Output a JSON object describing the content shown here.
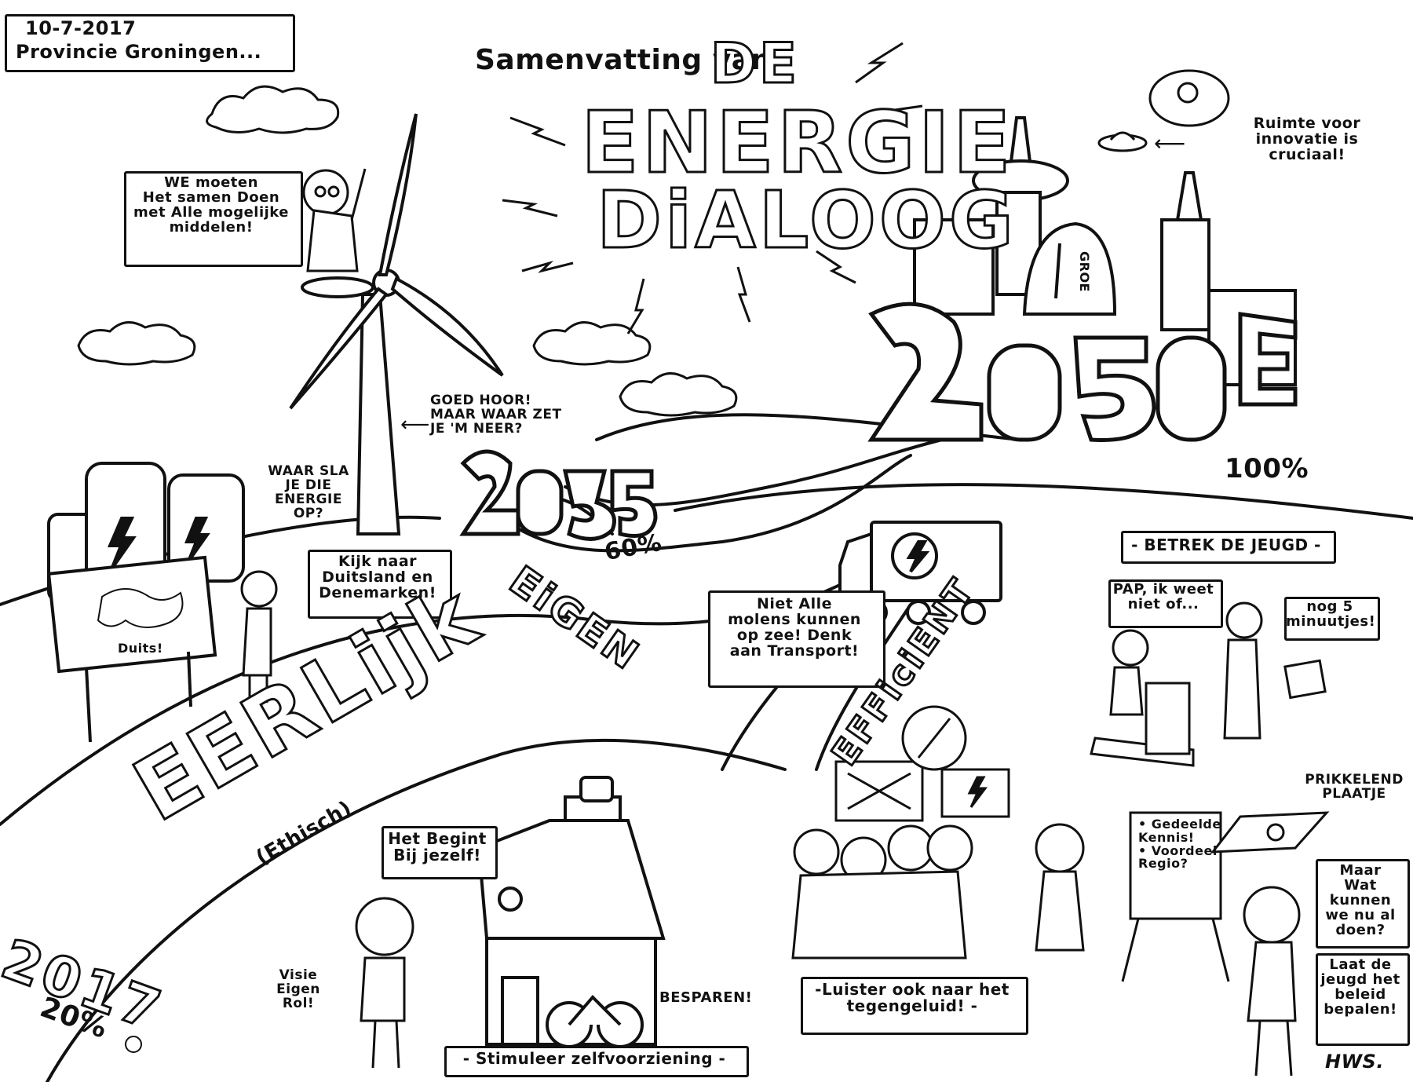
{
  "header": {
    "date": "10-7-2017",
    "location": "Provincie Groningen..."
  },
  "title": {
    "line1": "Samenvatting van",
    "de": "DE",
    "energie": "ENERGIE",
    "dialoog": "DiALOOG"
  },
  "years": {
    "y2035": "2035",
    "y2050": "2050",
    "y2017": "2017",
    "pct60": "60%",
    "pct100": "100%",
    "pct20": "20%"
  },
  "road_words": {
    "eerlijk": "EERLijk",
    "ethisch": "(Ethisch)",
    "eigen": "EiGEN",
    "efficient": "EFFiciENT"
  },
  "bubbles": {
    "samen": "WE moeten\nHet samen Doen\nmet Alle mogelijke\nmiddelen!",
    "innovatie": "Ruimte voor\ninnovatie is\ncruciaal!",
    "goed_hoor": "GOED HOOR!\nMAAR WAAR ZET\nJE 'M NEER?",
    "waar_sla": "WAAR SLA\nJE DIE ENERGIE\nOP?",
    "duitsland": "Kijk naar\nDuitsland en\nDenemarken!",
    "molens": "Niet Alle\nmolens kunnen\nop zee! Denk\naan Transport!",
    "betrek": "- BETREK DE JEUGD -",
    "pap": "PAP, ik weet\nniet of...",
    "nog5": "nog 5\nminuutjes!",
    "prikkelend": "PRIKKELEND\nPLAATJE",
    "begint": "Het Begint\nBij jezelf!",
    "visie": "Visie\nEigen\nRol!",
    "besparen": "BESPAREN!",
    "zelfvoorziening": "- Stimuleer zelfvoorziening -",
    "luister": "-Luister ook naar het\ntegengeluid! -",
    "flipchart": "• Gedeelde\nKennis!\n• Voordeel\nRegio?",
    "maar_wat": "Maar\nWat kunnen\nwe nu al\ndoen?",
    "laat_jeugd": "Laat de\njeugd het\nbeleid\nbepalen!"
  },
  "labels": {
    "duits": "Duits!",
    "groe": "GROE"
  },
  "signature": "HWS."
}
